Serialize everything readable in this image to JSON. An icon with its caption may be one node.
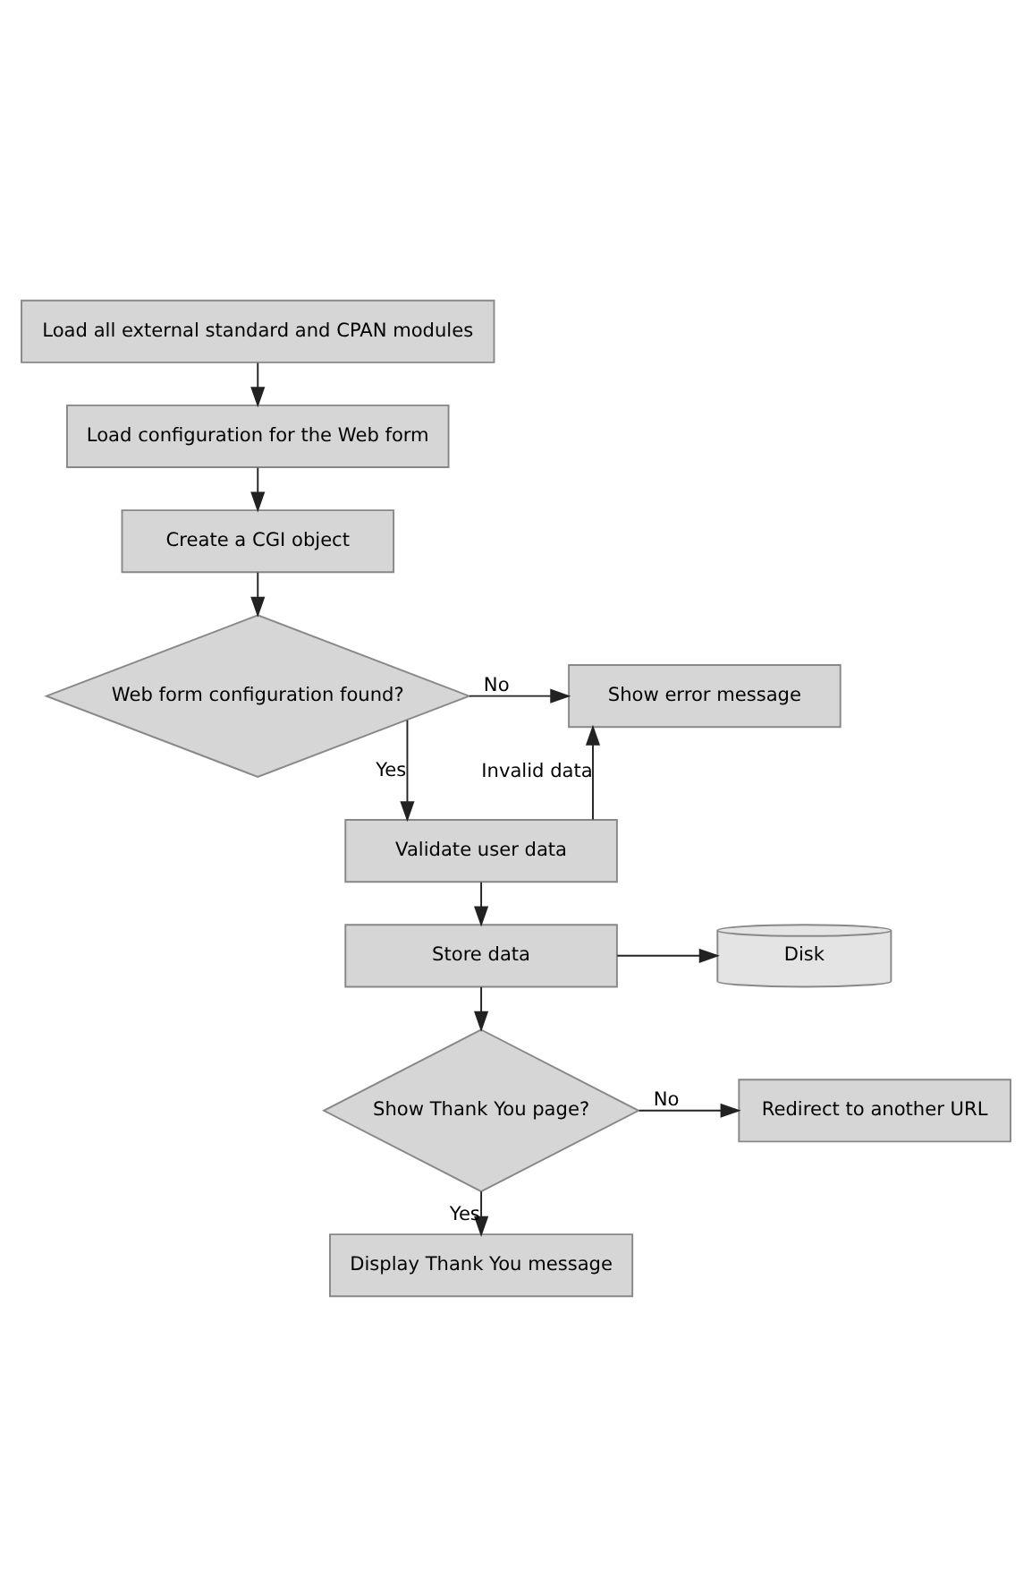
{
  "diagram": {
    "nodes": [
      {
        "text": [
          "Load all external standard and CPAN modules"
        ]
      },
      {
        "text": [
          "Load configuration for the Web form"
        ]
      },
      {
        "text": [
          "Create a CGI object"
        ]
      },
      {
        "text": [
          "Web form configuration found?"
        ]
      },
      {
        "text": [
          "Show error message"
        ]
      },
      {
        "text": [
          "Validate user data"
        ]
      },
      {
        "text": [
          "Store data"
        ]
      },
      {
        "text": [
          "Disk"
        ]
      },
      {
        "text": [
          "Show Thank You page?"
        ]
      },
      {
        "text": [
          "Redirect to another URL"
        ]
      },
      {
        "text": [
          "Display Thank You message"
        ]
      }
    ],
    "edges": [
      {
        "from": 0,
        "to": 1,
        "arrow": "to"
      },
      {
        "from": 1,
        "to": 2,
        "arrow": "to"
      },
      {
        "from": 2,
        "to": 3,
        "arrow": "to"
      },
      {
        "from": 3,
        "to": 4,
        "arrow": "to",
        "label": "No"
      },
      {
        "from": 3,
        "to": 5,
        "arrow": "to",
        "label": "Yes"
      },
      {
        "from": 5,
        "to": 4,
        "arrow": "to",
        "label": "Invalid data"
      },
      {
        "from": 5,
        "to": 6,
        "arrow": "to"
      },
      {
        "from": 6,
        "to": 7,
        "arrow": "to"
      },
      {
        "from": 6,
        "to": 8,
        "arrow": "to"
      },
      {
        "from": 8,
        "to": 9,
        "arrow": "to",
        "label": "No"
      },
      {
        "from": 8,
        "to": 10,
        "arrow": "to",
        "label": "Yes"
      }
    ]
  }
}
